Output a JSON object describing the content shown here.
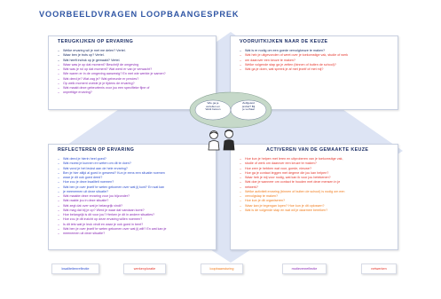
{
  "title": "VOORBEELDVRAGEN LOOPBAANGESPREK",
  "colors": {
    "title": "#2f55a4",
    "box_title": "#1d2f66",
    "dark": "#1d2f66",
    "purple": "#8a2ab5",
    "blue": "#2f4fcf",
    "red": "#e4352b",
    "orange": "#f07a1a",
    "diamond": "#dde4f4",
    "hub": "#c6d9c9"
  },
  "boxes": {
    "terugkijken": {
      "title": "TERUGKIJKEN OP ERVARING",
      "items": [
        {
          "text": "Welke ervaring wil je met me delen? Vertel.",
          "color": "dark"
        },
        {
          "text": "Waar ben je trots op? Vertel.",
          "color": "dark"
        },
        {
          "text": "Wat heeft indruk op je gemaakt? Vertel.",
          "color": "dark"
        },
        {
          "text": "Waar was je op dat moment? Beschrijf de omgeving",
          "color": "purple"
        },
        {
          "text": "Wat was je rol op dat moment? Wat werd er van je verwacht?",
          "color": "purple"
        },
        {
          "text": "Wie waren er in de omgeving aanwezig? En met wie werkte je samen?",
          "color": "purple"
        },
        {
          "text": "Wat deed je? Wat zag je? Wat gebeurde er precies?",
          "color": "purple"
        },
        {
          "text": "Op welk moment voelde je je tijdens de ervaring?",
          "color": "purple"
        },
        {
          "text": "Wat maakt deze gebeurtenis voor jou een specifieke fijne of",
          "color": "purple"
        },
        {
          "text": "onprettige ervaring?",
          "color": "purple"
        }
      ]
    },
    "vooruitkijken": {
      "title": "VOORUITKIJKEN NAAR DE KEUZE",
      "items": [
        {
          "text": "Wat is er nodig om een goede vervolgkeuze te maken?",
          "color": "dark"
        },
        {
          "text": "Wat heb je uitgevonden of weet over je toekomstige vak, studie of werk",
          "color": "red"
        },
        {
          "text": "om daarover een keuze te maken?",
          "color": "red"
        },
        {
          "text": "Welke volgende stap ga je zetten (binnen of buiten de school)?",
          "color": "red"
        },
        {
          "text": "Wat ga je doen, wat spreek je af met jezelf of met mij?",
          "color": "red"
        }
      ]
    },
    "reflecteren": {
      "title": "REFLECTEREN OP ERVARING",
      "items": [
        {
          "text": "Wat deed je hierin heel goed?",
          "color": "blue"
        },
        {
          "text": "Wat moest je kunnen en weten om dit te doen?",
          "color": "blue"
        },
        {
          "text": "Wat vond je het leukst aan de hele ervaring?",
          "color": "blue"
        },
        {
          "text": "Ben je hier altijd al goed in geweest? Kun je eens een situatie noemen",
          "color": "blue"
        },
        {
          "text": "waar je dit ook goed deed?",
          "color": "blue"
        },
        {
          "text": "Hoe zou je deze kwaliteit noemen?",
          "color": "blue"
        },
        {
          "text": "Wat ben je over jezelf te weten gekomen over wat jij kunt? En wat kan",
          "color": "blue"
        },
        {
          "text": "je meenemen uit deze situatie?",
          "color": "blue"
        },
        {
          "text": "Wat maakte deze ervaring voor jou bijzonder?",
          "color": "purple"
        },
        {
          "text": "Wat raakte jou in deze situatie?",
          "color": "purple"
        },
        {
          "text": "Wat zegt dat over wat je belangrijk vindt?",
          "color": "purple"
        },
        {
          "text": "Wat mag dat bij je op? Werd je waar dat vandaan komt?",
          "color": "purple"
        },
        {
          "text": "Hoe belangrijk is dit voor jou? Herken je dit in andere situaties?",
          "color": "purple"
        },
        {
          "text": "Hoe zou je dit inzicht op deze ervaring willen noemen?",
          "color": "purple"
        },
        {
          "text": "Is dit iets wat je leuk vindt en waar je ook goed in bent?",
          "color": "purple"
        },
        {
          "text": "Wat ben je over jezelf te weten gekomen over wat jij wilt? En wat kan je",
          "color": "purple"
        },
        {
          "text": "meenemen uit deze situatie?",
          "color": "purple"
        }
      ]
    },
    "activeren": {
      "title": "ACTIVEREN VAN DE GEMAAKTE KEUZE",
      "items": [
        {
          "text": "Hoe kun je helpen met leren en uitproberen van je toekomstige vak,",
          "color": "red"
        },
        {
          "text": "studie of werk om daarover een keuze te maken?",
          "color": "red"
        },
        {
          "text": "Hoe zeer je hebben wat voor, goede, nieuwe?",
          "color": "red"
        },
        {
          "text": "Hoe ga je contact leggen met degene die jou kan helpen?",
          "color": "red"
        },
        {
          "text": "Waar heb je mij voor nodig, wat kan ik voor jou betekenen?",
          "color": "red"
        },
        {
          "text": "Wat doe je wanneer om contact te houden met deze mensen in je",
          "color": "red"
        },
        {
          "text": "netwerk?",
          "color": "red"
        },
        {
          "text": "Welke activiteit ervaring (binnen of buiten de school) is nodig om een",
          "color": "orange"
        },
        {
          "text": "vervolgstap te maken?",
          "color": "orange"
        },
        {
          "text": "Hoe kun je dit organiseren?",
          "color": "orange"
        },
        {
          "text": "Waar kan je tegengan lopen? Hoe kun je dit oplossen?",
          "color": "orange"
        },
        {
          "text": "Wat is de volgende stap en wat wil je daarmee bereiken?",
          "color": "orange"
        }
      ]
    }
  },
  "hub": {
    "left": [
      "Wie ga je",
      "vertellen en",
      "Welk beloon"
    ],
    "right": [
      "Zelfgeleid",
      "profiel? Bij",
      "je verhaal"
    ]
  },
  "tags": [
    {
      "label": "kwaliteitenreflectie",
      "color": "blue"
    },
    {
      "label": "werkexploratie",
      "color": "red"
    },
    {
      "label": "loopbaansturing",
      "color": "orange"
    },
    {
      "label": "motievenreflectie",
      "color": "purple"
    },
    {
      "label": "netwerken",
      "color": "red"
    }
  ]
}
